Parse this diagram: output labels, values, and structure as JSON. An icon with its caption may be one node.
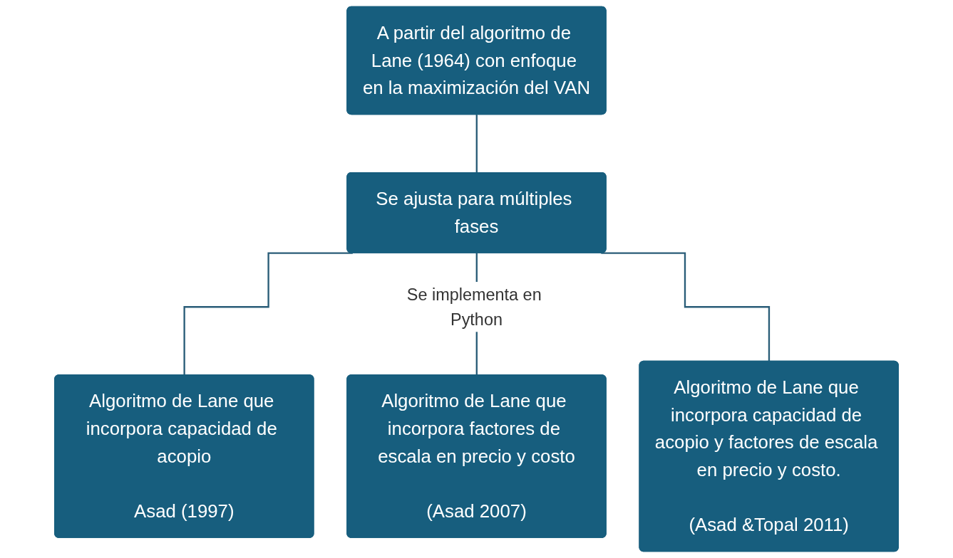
{
  "diagram": {
    "nodes": [
      {
        "text": [
          "A partir del algoritmo de Lane (1964) con enfoque en la maximización del VAN"
        ]
      },
      {
        "text": [
          "Se ajusta para múltiples fases"
        ]
      },
      {
        "text": [
          "Algoritmo de Lane que incorpora capacidad de acopio",
          "Asad (1997)"
        ]
      },
      {
        "text": [
          "Algoritmo de Lane que incorpora factores de escala en precio y costo",
          "(Asad 2007)"
        ]
      },
      {
        "text": [
          "Algoritmo de Lane que incorpora capacidad de acopio y factores de escala en precio y costo.",
          "(Asad &Topal 2011)"
        ]
      }
    ],
    "edges": [
      {
        "from": 0,
        "to": 1,
        "arrow": "none"
      },
      {
        "from": 1,
        "to": 2,
        "arrow": "none"
      },
      {
        "from": 1,
        "to": 3,
        "arrow": "none",
        "label": "Se implementa en Python"
      },
      {
        "from": 1,
        "to": 4,
        "arrow": "none"
      }
    ]
  }
}
